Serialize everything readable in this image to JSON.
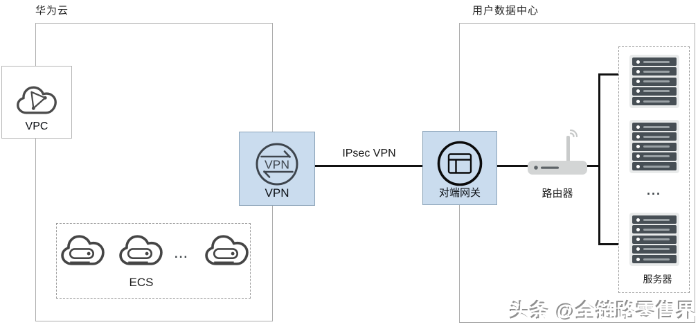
{
  "zones": {
    "huawei": {
      "label": "华为云"
    },
    "user_dc": {
      "label": "用户数据中心"
    }
  },
  "nodes": {
    "vpc": {
      "label": "VPC"
    },
    "ecs": {
      "label": "ECS",
      "ellipsis": "...",
      "visible_clouds": 3
    },
    "vpn": {
      "label": "VPN",
      "icon_text": "VPN"
    },
    "peer_gateway": {
      "label": "对端网关"
    },
    "router": {
      "label": "路由器"
    },
    "server_group": {
      "label": "服务器",
      "ellipsis": "...",
      "visible_stacks": 3,
      "rows_per_stack": 5
    }
  },
  "connections": {
    "ipsec_label": "IPsec VPN"
  },
  "watermark": {
    "text": "头条 @全链路零售界"
  },
  "colors": {
    "zone_border": "#ababab",
    "dashed_border": "#9b9b9b",
    "node_fill_blue": "#cadcee",
    "node_border_blue": "#8ba3b8",
    "line_black": "#111111",
    "icon_stroke": "#4a4f55",
    "router_gray": "#d3d5d5",
    "server_shell": "#e9ebeb",
    "server_slat": "#474f55"
  }
}
